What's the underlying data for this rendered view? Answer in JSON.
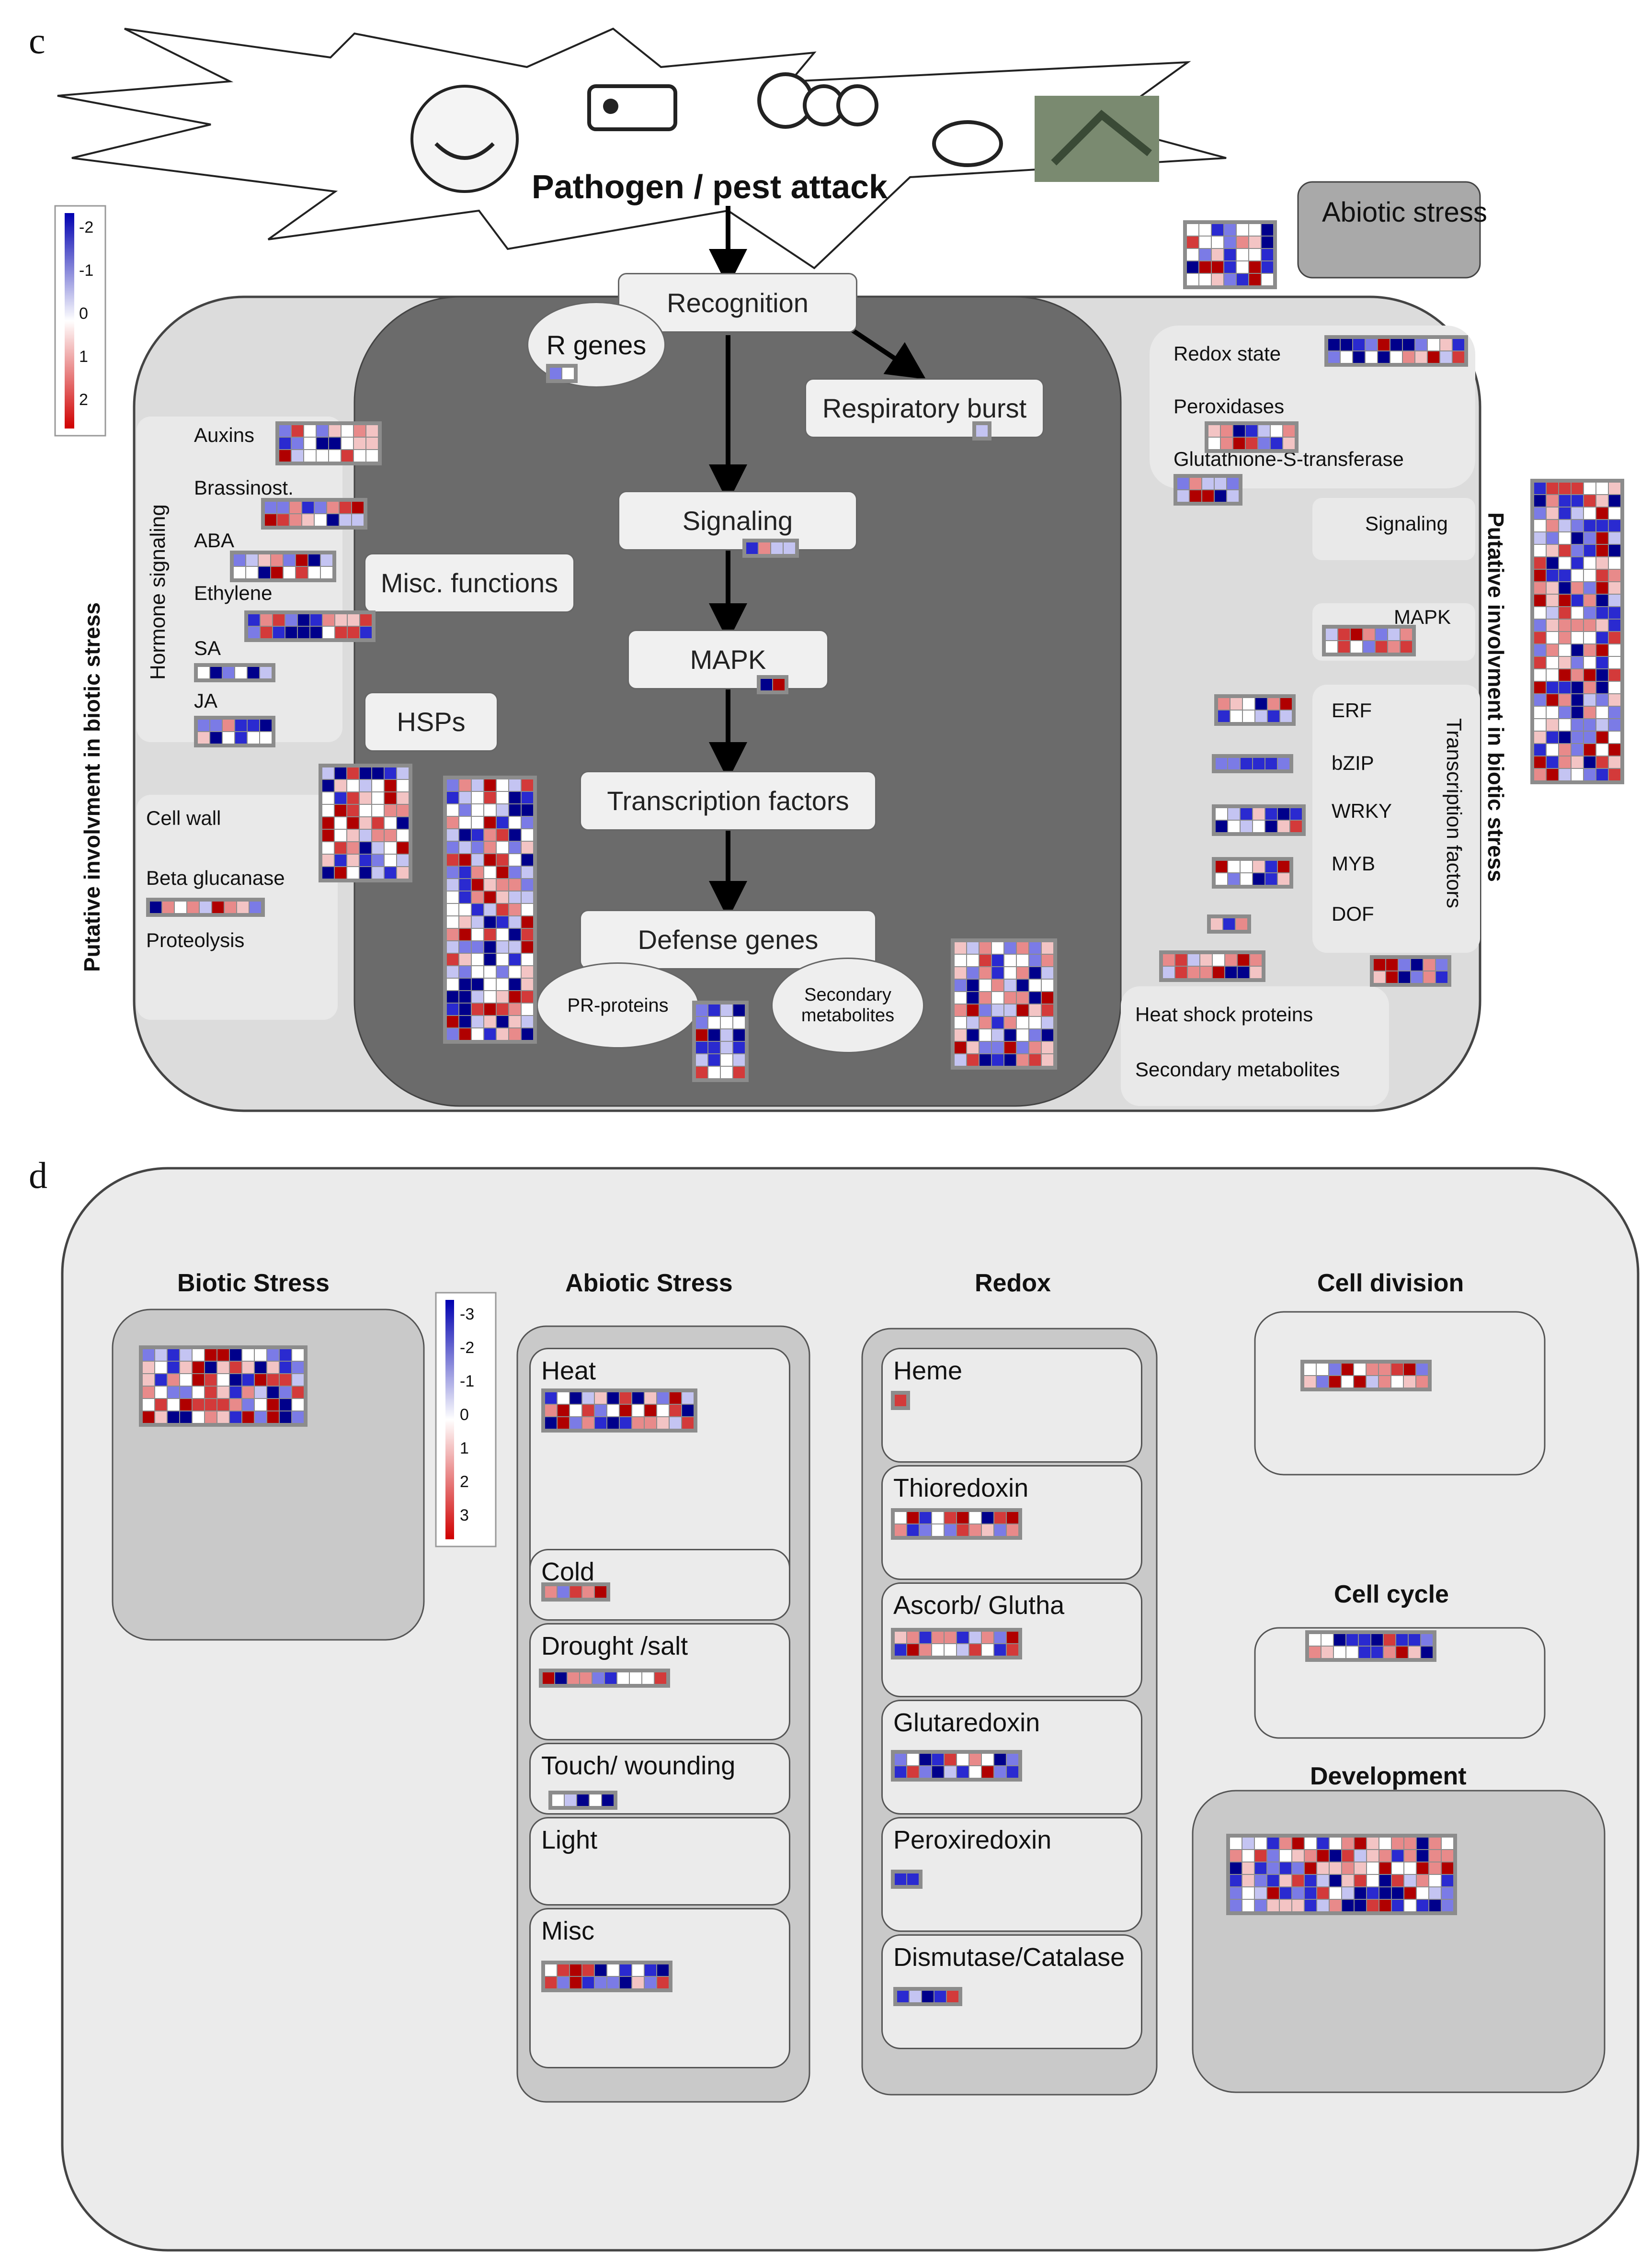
{
  "panel_c": {
    "letter": "c",
    "attack": "Pathogen / pest attack",
    "abiotic": "Abiotic stress",
    "recognition": "Recognition",
    "r_genes": "R genes",
    "respiratory": "Respiratory burst",
    "signaling": "Signaling",
    "mapk": "MAPK",
    "tf": "Transcription factors",
    "defense": "Defense genes",
    "pr": "PR-proteins",
    "secondary": "Secondary metabolites",
    "misc": "Misc. functions",
    "hsps": "HSPs",
    "hormone_title": "Hormone signaling",
    "hormones": [
      "Auxins",
      "Brassinost.",
      "ABA",
      "Ethylene",
      "SA",
      "JA"
    ],
    "cell_wall": [
      "Cell wall",
      "Beta glucanase",
      "Proteolysis"
    ],
    "right": [
      "Redox state",
      "Peroxidases",
      "Glutathione-S-transferase",
      "Signaling",
      "MAPK"
    ],
    "tfs": [
      "ERF",
      "bZIP",
      "WRKY",
      "MYB",
      "DOF"
    ],
    "tf_side": "Transcription factors",
    "bottom_right": [
      "Heat shock proteins",
      "Secondary metabolites"
    ],
    "side_left": "Putative involvment in biotic stress",
    "side_right": "Putative involvment in biotic stress",
    "scale": [
      "-2",
      "-1",
      "0",
      "1",
      "2"
    ]
  },
  "panel_d": {
    "letter": "d",
    "cats": [
      "Biotic Stress",
      "Abiotic Stress",
      "Redox",
      "Cell division",
      "Cell cycle",
      "Development"
    ],
    "abiotic_subs": [
      "Heat",
      "Cold",
      "Drought /salt",
      "Touch/  wounding",
      "Light",
      "Misc"
    ],
    "redox_subs": [
      "Heme",
      "Thioredoxin",
      "Ascorb/ Glutha",
      "Glutaredoxin",
      "Peroxiredoxin",
      "Dismutase/Catalase"
    ],
    "scale": [
      "-3",
      "-2",
      "-1",
      "0",
      "1",
      "2",
      "3"
    ]
  },
  "colors": {
    "up": "#d00000",
    "down": "#0000a0",
    "neutral": "#ffffff",
    "bg_dark": "#6b6b6b",
    "bg_light": "#dcdcdc"
  }
}
